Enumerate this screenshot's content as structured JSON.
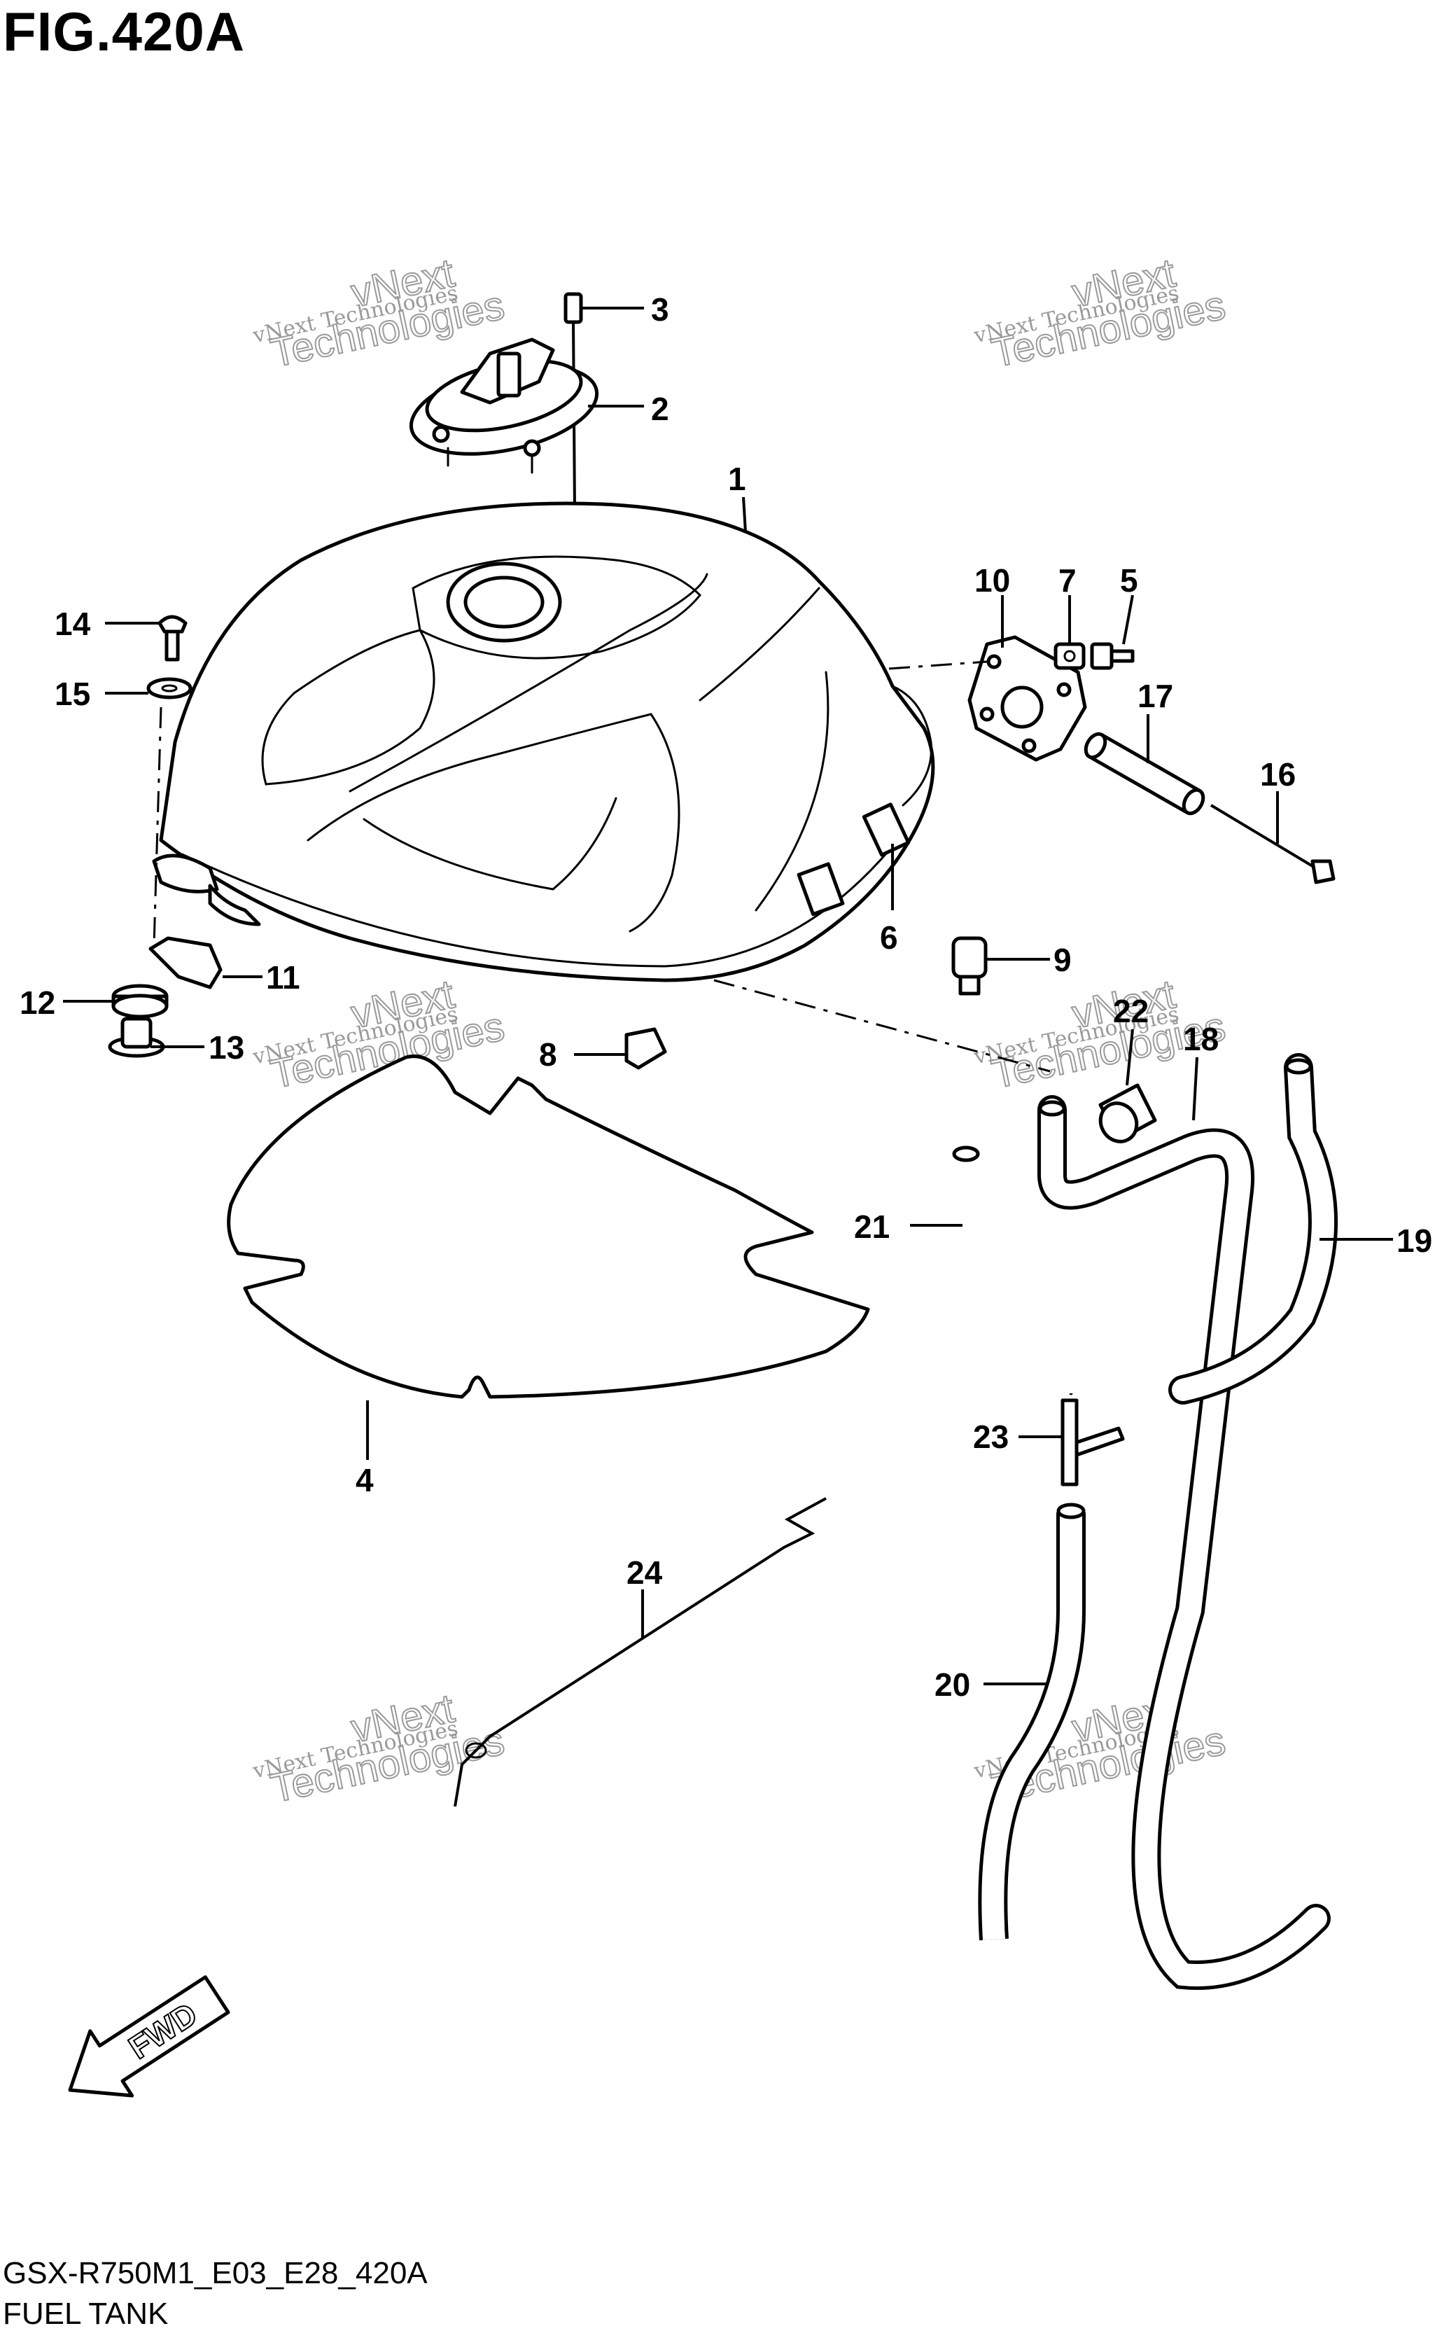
{
  "title": "FIG.420A",
  "footer": {
    "code": "GSX-R750M1_E03_E28_420A",
    "name": "FUEL TANK"
  },
  "fwd_label": "FWD",
  "watermark": {
    "line1": "vNext Technologies",
    "line2": "vNext",
    "line3": "Technologies"
  },
  "callouts": [
    "1",
    "2",
    "3",
    "4",
    "5",
    "6",
    "7",
    "8",
    "9",
    "10",
    "11",
    "12",
    "13",
    "14",
    "15",
    "16",
    "17",
    "18",
    "19",
    "20",
    "21",
    "22",
    "23",
    "24"
  ]
}
